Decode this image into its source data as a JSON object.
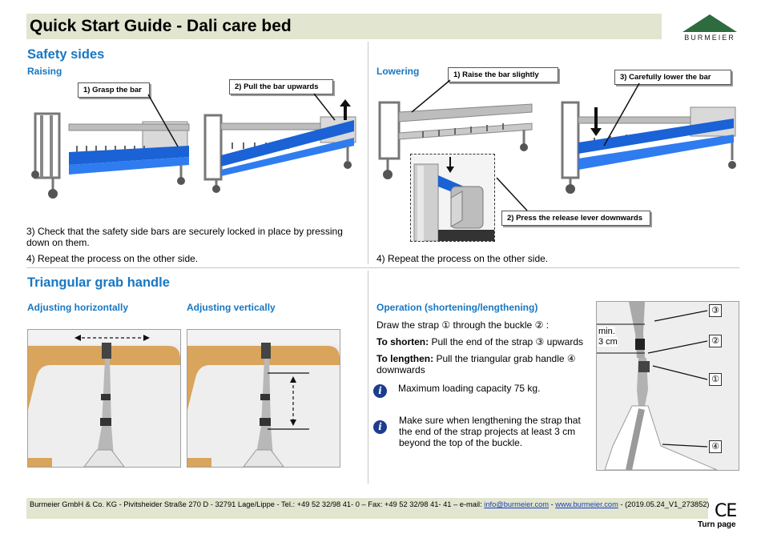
{
  "header": {
    "title": "Quick Start Guide - Dali care bed",
    "brand": "BURMEIER",
    "brand_color": "#2e6b3e",
    "bar_color": "#e2e5cf"
  },
  "safety_sides": {
    "heading": "Safety sides",
    "raising": {
      "heading": "Raising",
      "callouts": [
        "1) Grasp the bar",
        "2) Pull the bar upwards"
      ],
      "step3": "3) Check that the safety side bars are securely locked in place by pressing down on them.",
      "step4": "4) Repeat the process on the other side."
    },
    "lowering": {
      "heading": "Lowering",
      "callouts": [
        "1) Raise the bar slightly",
        "2)  Press the release lever downwards",
        "3) Carefully lower the bar"
      ],
      "step4": "4) Repeat the process on the other side."
    }
  },
  "grab_handle": {
    "heading": "Triangular grab handle",
    "adjust_horizontal": "Adjusting horizontally",
    "adjust_vertical": "Adjusting vertically",
    "operation": {
      "heading": "Operation (shortening/lengthening)",
      "line1_a": "Draw the strap",
      "line1_num1": "①",
      "line1_b": "through the buckle",
      "line1_num2": "②",
      "line1_c": ":",
      "shorten_label": "To shorten:",
      "shorten_text": "Pull the end of the strap",
      "shorten_num": "③",
      "shorten_tail": "upwards",
      "lengthen_label": "To lengthen:",
      "lengthen_text": "Pull the triangular grab handle",
      "lengthen_num": "④",
      "lengthen_tail": "downwards",
      "info1": "Maximum loading capacity 75 kg.",
      "info2": "Make sure when lengthening the strap that the end of the strap projects at least 3 cm beyond the top of the buckle.",
      "info_icon": "i",
      "min_label": "min.",
      "min_value": "3 cm",
      "markers": [
        "③",
        "②",
        "①",
        "④"
      ]
    }
  },
  "footer": {
    "company": "Burmeier GmbH & Co. KG - Pivitsheider Straße 270 D - 32791 Lage/Lippe - Tel.: +49 52 32/98 41- 0 – Fax: +49 52 32/98 41- 41 – e-mail: ",
    "email": "info@burmeier.com",
    "sep": " - ",
    "website": "www.burmeier.com",
    "version": " - (2019.05.24_V1_273852)",
    "ce_mark": "CE",
    "turn_page": "Turn page"
  }
}
